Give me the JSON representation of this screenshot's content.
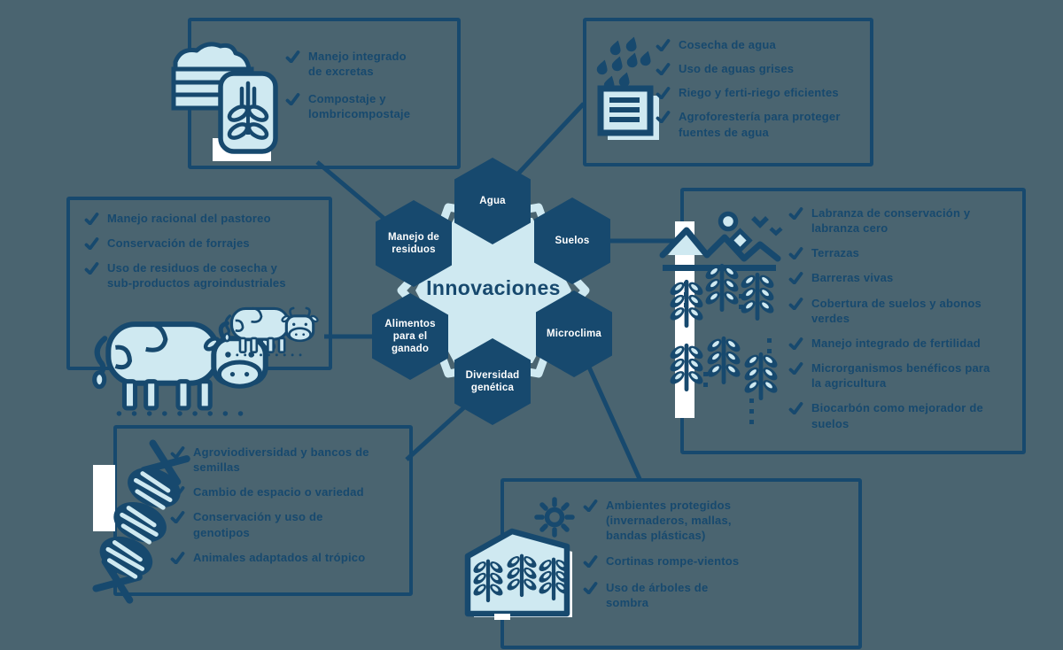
{
  "colors": {
    "background": "#4a6470",
    "navy": "#17496e",
    "light_blue": "#cfe9f1",
    "white": "#ffffff"
  },
  "icons": {
    "check": "checkmark",
    "compost_sack": "compost pile and grain sack",
    "raindrops_collector": "raindrops over water collector",
    "cow": "cow",
    "mountains_plants": "mountain landscape with seedlings",
    "dna": "dna helix",
    "greenhouse_sun": "greenhouse with sun"
  },
  "center": {
    "title": "Innovaciones"
  },
  "hexagons": {
    "agua": {
      "label": "Agua"
    },
    "suelos": {
      "label": "Suelos"
    },
    "microclima": {
      "label": "Microclima"
    },
    "diversidad": {
      "label": "Diversidad\ngenética"
    },
    "alimentos": {
      "label": "Alimentos\npara el\nganado"
    },
    "residuos": {
      "label": "Manejo de\nresiduos"
    }
  },
  "boxes": {
    "manejo_residuos": {
      "items": [
        "Manejo integrado\nde excretas",
        "Compostaje y\nlombricompostaje"
      ]
    },
    "agua": {
      "items": [
        "Cosecha de agua",
        "Uso de aguas grises",
        "Riego y ferti-riego eficientes",
        "Agroforestería para proteger\nfuentes de agua"
      ]
    },
    "alimentos_ganado": {
      "items": [
        "Manejo racional del pastoreo",
        "Conservación de forrajes",
        "Uso de residuos de cosecha y\nsub-productos agroindustriales"
      ]
    },
    "suelos": {
      "items": [
        "Labranza de conservación y\nlabranza cero",
        "Terrazas",
        "Barreras vivas",
        "Cobertura de suelos y abonos\nverdes",
        "Manejo integrado de fertilidad",
        "Microrganismos benéficos para\nla agricultura",
        "Biocarbón como mejorador de\nsuelos"
      ]
    },
    "diversidad_genetica": {
      "items": [
        "Agroviodiversidad y bancos de\nsemillas",
        "Cambio de espacio o variedad",
        "Conservación y uso de\ngenotipos",
        "Animales adaptados al trópico"
      ]
    },
    "microclima": {
      "items": [
        "Ambientes protegidos\n(invernaderos, mallas,\nbandas plásticas)",
        "Cortinas rompe-vientos",
        "Uso de árboles de\nsombra"
      ]
    }
  }
}
